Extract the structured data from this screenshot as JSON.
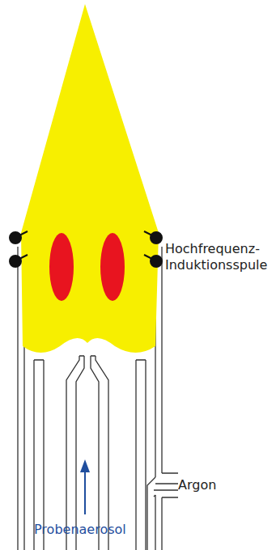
{
  "diagram": {
    "labels": [
      "Hochfrequenz- Induktionsspule",
      "Argon",
      "Probenaerosol"
    ]
  }
}
